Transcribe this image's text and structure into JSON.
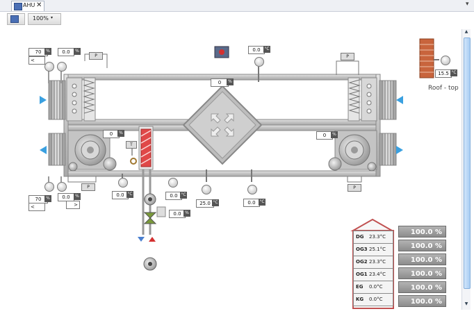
{
  "tab": {
    "label": "AHU",
    "close": "✕"
  },
  "menu_arrow": "▾",
  "toolbar": {
    "zoom": "100%",
    "zoom_arrow": "▾"
  },
  "scroll": {
    "up": "▲",
    "down": "▼"
  },
  "left_top": {
    "setpoint": "70",
    "value": "0.0",
    "unit": "%",
    "arrow": "<",
    "p_label": "P"
  },
  "left_bottom": {
    "setpoint": "70",
    "value": "0.0",
    "unit": "%",
    "arrow": "<",
    "arrow2": ">",
    "p_label": "P"
  },
  "right_top": {
    "p_label": "P"
  },
  "right_bottom": {
    "p_label": "P"
  },
  "top_mid_value": "0.0",
  "exchanger_value": "0",
  "supply_fan_value": "0",
  "return_fan_value": "0",
  "heater_value": "0.0",
  "heater_right_value": "0.0",
  "valve_value": "0.0",
  "supply_temp_value": "25.0",
  "supply_other_value": "0.0",
  "thermostat_label": "T",
  "roof": {
    "value": "15.5",
    "label": "Roof - top",
    "unit": "°C"
  },
  "floors": [
    {
      "name": "DG",
      "temp": "23.3°C",
      "percent": "100.0 %"
    },
    {
      "name": "OG3",
      "temp": "25.1°C",
      "percent": "100.0 %"
    },
    {
      "name": "OG2",
      "temp": "23.3°C",
      "percent": "100.0 %"
    },
    {
      "name": "OG1",
      "temp": "23.4°C",
      "percent": "100.0 %"
    },
    {
      "name": "EG",
      "temp": "0.0°C",
      "percent": "100.0 %"
    },
    {
      "name": "KG",
      "temp": "0.0°C",
      "percent": "100.0 %"
    }
  ],
  "colors": {
    "duct": "#c8c8c8",
    "duct_border": "#888888",
    "heater": "#e04848",
    "airflow_arrow": "#3aa0e0",
    "alarm_red": "#d43030",
    "percent_bg": "#9a9a9a",
    "roof_brick": "#c8643c"
  },
  "icons": [
    "ahu-tab-icon",
    "close-icon",
    "zoom-icon",
    "fan-icon",
    "damper-icon",
    "pump-icon",
    "valve-icon",
    "heater-icon",
    "exchanger-icon",
    "thermometer-icon",
    "alarm-icon",
    "building-icon"
  ]
}
